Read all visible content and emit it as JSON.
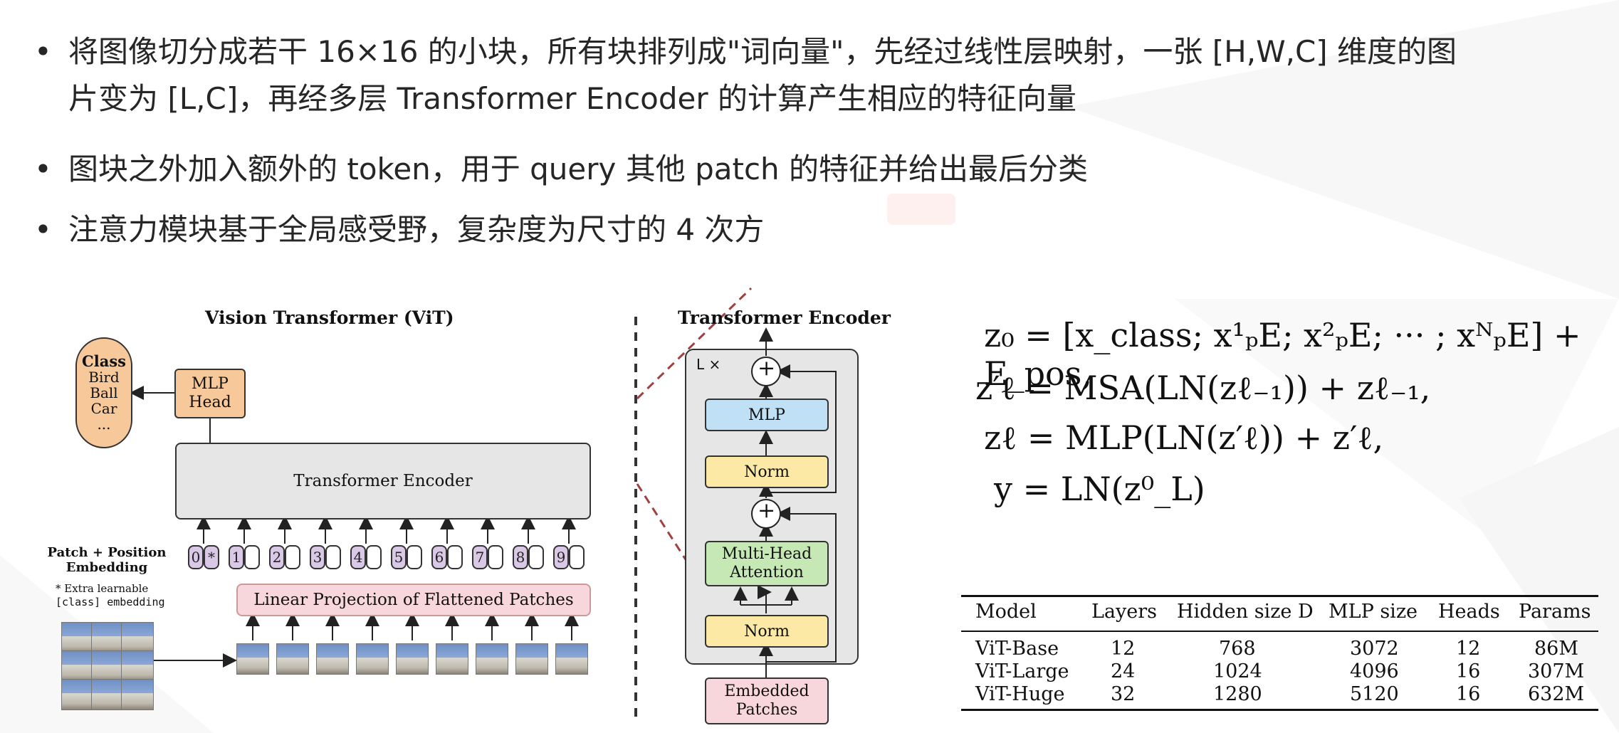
{
  "bullets": [
    {
      "line1": "将图像切分成若干 16×16 的小块，所有块排列成\"词向量\"，先经过线性层映射，一张 [H,W,C] 维度的图",
      "line2": "片变为 [L,C]，再经多层 Transformer Encoder 的计算产生相应的特征向量"
    },
    {
      "line1": "图块之外加入额外的 token，用于 query 其他 patch 的特征并给出最后分类"
    },
    {
      "line1": "注意力模块基于全局感受野，复杂度为尺寸的 4 次方"
    }
  ],
  "bullet_symbol": "•",
  "vit": {
    "title": "Vision Transformer (ViT)",
    "class_title": "Class",
    "class_items": [
      "Bird",
      "Ball",
      "Car",
      "..."
    ],
    "mlp_head": [
      "MLP",
      "Head"
    ],
    "encoder": "Transformer Encoder",
    "pos_label": [
      "Patch + Position",
      "Embedding"
    ],
    "extra_note": [
      "* Extra learnable",
      "[class] embedding"
    ],
    "linear_proj": "Linear Projection of Flattened Patches",
    "tokens": [
      "0",
      "1",
      "2",
      "3",
      "4",
      "5",
      "6",
      "7",
      "8",
      "9"
    ],
    "star": "*"
  },
  "encoder_detail": {
    "title": "Transformer Encoder",
    "repeat": "L ×",
    "plus": "+",
    "mlp": "MLP",
    "norm": "Norm",
    "mha": [
      "Multi-Head",
      "Attention"
    ],
    "embedded": [
      "Embedded",
      "Patches"
    ]
  },
  "equations": [
    "z₀ = [x_class; x¹ₚE; x²ₚE; ··· ; xᴺₚE] + E_pos,",
    "z′ℓ = MSA(LN(zℓ₋₁)) + zℓ₋₁,",
    "zℓ = MLP(LN(z′ℓ)) + z′ℓ,",
    "y = LN(z⁰_L)"
  ],
  "table": {
    "headers": [
      "Model",
      "Layers",
      "Hidden size D",
      "MLP size",
      "Heads",
      "Params"
    ],
    "rows": [
      [
        "ViT-Base",
        "12",
        "768",
        "3072",
        "12",
        "86M"
      ],
      [
        "ViT-Large",
        "24",
        "1024",
        "4096",
        "16",
        "307M"
      ],
      [
        "ViT-Huge",
        "32",
        "1280",
        "5120",
        "16",
        "632M"
      ]
    ]
  },
  "colors": {
    "class_box": "#f7c99a",
    "mlp_head": "#f7c99a",
    "encoder_box": "#e6e6e6",
    "token": "#d9c8e6",
    "linear_proj": "#f8d7dc",
    "mlp_blue": "#bfe0f5",
    "norm_yellow": "#fbe9a5",
    "mha_green": "#c6e8b4",
    "embedded_pink": "#f8d7dc",
    "encoder_panel": "#e6e6e6",
    "dashed_red": "#a04040"
  }
}
